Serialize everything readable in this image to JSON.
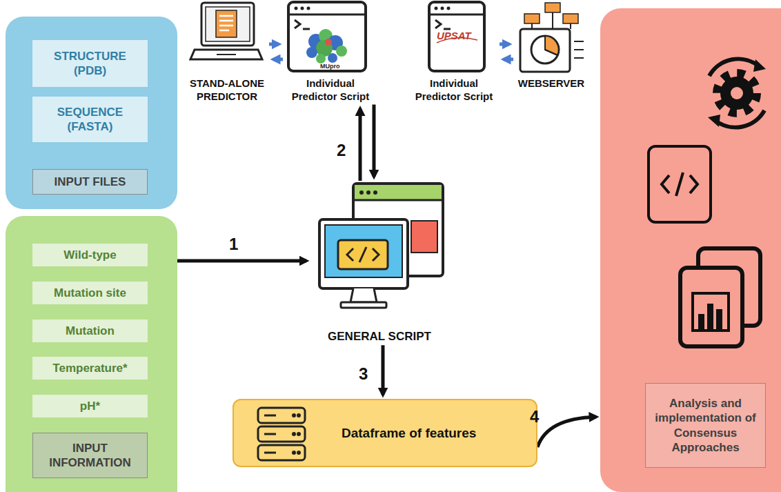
{
  "diagram": {
    "nodes": [
      {
        "text": [
          "INPUT FILES"
        ]
      },
      {
        "text": [
          "STRUCTURE (PDB)"
        ],
        "in": 0
      },
      {
        "text": [
          "SEQUENCE (FASTA)"
        ],
        "in": 0
      },
      {
        "text": [
          "INPUT INFORMATION"
        ]
      },
      {
        "text": [
          "Wild-type"
        ],
        "in": 3
      },
      {
        "text": [
          "Mutation site"
        ],
        "in": 3
      },
      {
        "text": [
          "Mutation"
        ],
        "in": 3
      },
      {
        "text": [
          "Temperature*"
        ],
        "in": 3
      },
      {
        "text": [
          "pH*"
        ],
        "in": 3
      },
      {
        "text": [
          "STAND-ALONE PREDICTOR"
        ]
      },
      {
        "text": [
          "Individual Predictor Script"
        ]
      },
      {
        "text": [
          "Individual Predictor Script"
        ]
      },
      {
        "text": [
          "WEBSERVER"
        ]
      },
      {
        "text": [
          "GENERAL SCRIPT"
        ]
      },
      {
        "text": [
          "Dataframe of features"
        ]
      },
      {
        "text": [
          "Analysis and implementation of Consensus Approaches"
        ]
      }
    ],
    "edges": [
      {
        "from": 3,
        "to": 13,
        "arrow": "to",
        "label": "1"
      },
      {
        "from": 13,
        "to": 10,
        "arrow": "to",
        "label": "2"
      },
      {
        "from": 10,
        "to": 13,
        "arrow": "to"
      },
      {
        "from": 9,
        "to": 10,
        "arrow": "to"
      },
      {
        "from": 10,
        "to": 9,
        "arrow": "to"
      },
      {
        "from": 11,
        "to": 12,
        "arrow": "to"
      },
      {
        "from": 12,
        "to": 11,
        "arrow": "to"
      },
      {
        "from": 13,
        "to": 14,
        "arrow": "to",
        "label": "3"
      },
      {
        "from": 14,
        "to": 15,
        "arrow": "to",
        "label": "4"
      }
    ],
    "labels": [
      "MUpro",
      "UPSAT"
    ]
  }
}
